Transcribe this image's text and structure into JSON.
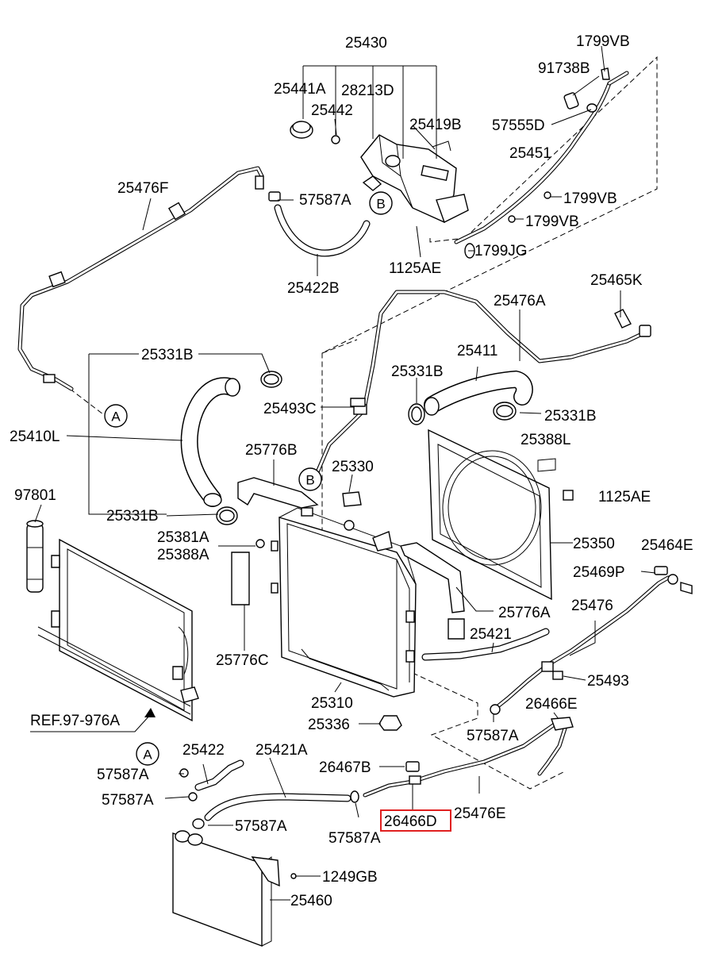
{
  "diagram": {
    "highlight_color": "#e02020",
    "labels": {
      "l25430": "25430",
      "l1799VB_top": "1799VB",
      "l91738B": "91738B",
      "l25441A": "25441A",
      "l28213D": "28213D",
      "l25442": "25442",
      "l25419B": "25419B",
      "l57555D": "57555D",
      "l25451": "25451",
      "l25476F": "25476F",
      "l57587A_top": "57587A",
      "l1799VB_mid1": "1799VB",
      "l1799VB_mid2": "1799VB",
      "l1799JG": "1799JG",
      "l1125AE_top": "1125AE",
      "l25422B": "25422B",
      "l25465K": "25465K",
      "l25476A": "25476A",
      "l25331B_1": "25331B",
      "l25411": "25411",
      "l25331B_2": "25331B",
      "l25493C": "25493C",
      "l25331B_3": "25331B",
      "l25410L": "25410L",
      "l25388L": "25388L",
      "l25776B": "25776B",
      "l25330": "25330",
      "l97801": "97801",
      "l1125AE_mid": "1125AE",
      "l25331B_4": "25331B",
      "l25381A": "25381A",
      "l25388A": "25388A",
      "l25350": "25350",
      "l25464E": "25464E",
      "l25469P": "25469P",
      "l25476": "25476",
      "l25776A": "25776A",
      "l25421": "25421",
      "l25776C": "25776C",
      "l25493": "25493",
      "l25310": "25310",
      "l26466E": "26466E",
      "l25336": "25336",
      "l57587A_mid": "57587A",
      "lREF": "REF.97-976A",
      "l25422": "25422",
      "l25421A": "25421A",
      "l57587A_a": "57587A",
      "l26467B": "26467B",
      "l57587A_b": "57587A",
      "l25476E": "25476E",
      "l26466D": "26466D",
      "l57587A_c": "57587A",
      "l57587A_d": "57587A",
      "l1249GB": "1249GB",
      "l25460": "25460"
    },
    "callouts": {
      "a_top": "A",
      "b_top": "B",
      "b_mid": "B",
      "a_low": "A"
    }
  }
}
